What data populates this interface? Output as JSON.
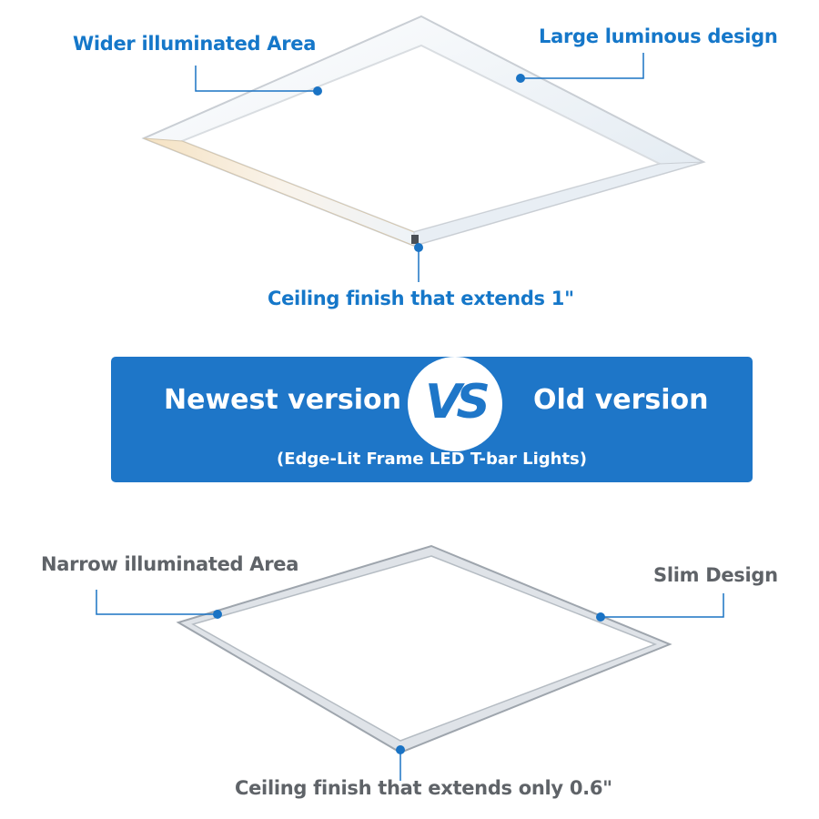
{
  "top": {
    "left_label": "Wider illuminated Area",
    "right_label": "Large luminous design",
    "bottom_label": "Ceiling finish that extends 1\""
  },
  "banner": {
    "left_text": "Newest version",
    "vs_text": "VS",
    "right_text": "Old version",
    "subtitle": "(Edge-Lit Frame LED T-bar Lights)"
  },
  "bottom": {
    "left_label": "Narrow illuminated Area",
    "right_label": "Slim Design",
    "bottom_label": "Ceiling finish that extends only 0.6\""
  },
  "colors": {
    "brand_blue": "#1e76c8",
    "label_blue": "#1577c9",
    "label_gray": "#5f6368"
  }
}
